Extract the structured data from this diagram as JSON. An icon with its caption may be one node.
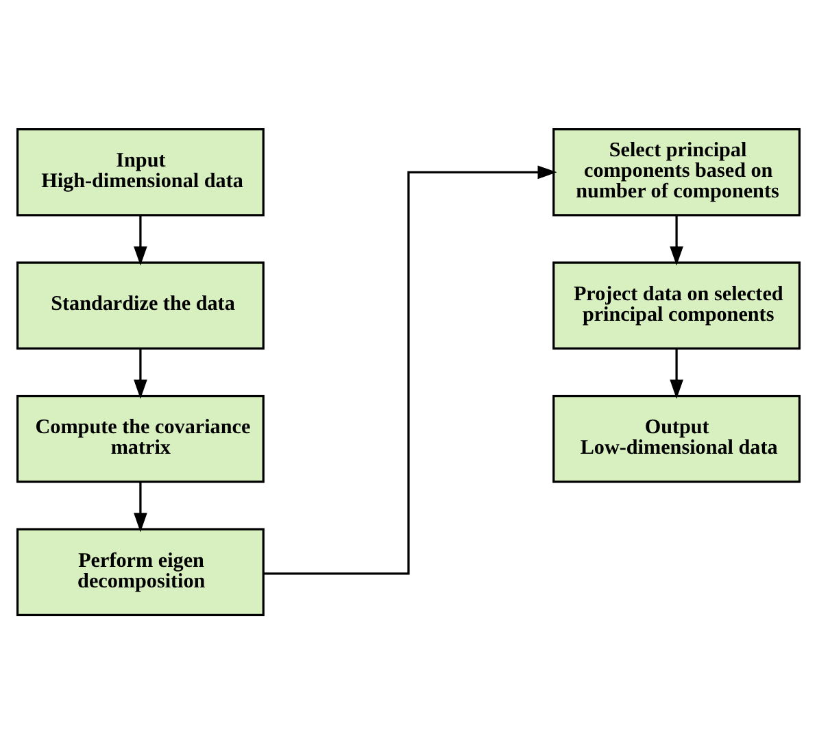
{
  "diagram": {
    "nodes": [
      {
        "text": [
          "Input",
          "High-dimensional data"
        ]
      },
      {
        "text": [
          "Standardize the data"
        ]
      },
      {
        "text": [
          "Compute the covariance matrix"
        ]
      },
      {
        "text": [
          "Perform eigen decomposition"
        ]
      },
      {
        "text": [
          "Select principal components based on number of components"
        ]
      },
      {
        "text": [
          "Project data on selected principal components"
        ]
      },
      {
        "text": [
          "Output",
          "Low-dimensional data"
        ]
      }
    ],
    "edges": [
      {
        "from": 0,
        "to": 1,
        "arrow": "to"
      },
      {
        "from": 1,
        "to": 2,
        "arrow": "to"
      },
      {
        "from": 2,
        "to": 3,
        "arrow": "to"
      },
      {
        "from": 3,
        "to": 4,
        "arrow": "to"
      },
      {
        "from": 4,
        "to": 5,
        "arrow": "to"
      },
      {
        "from": 5,
        "to": 6,
        "arrow": "to"
      }
    ]
  }
}
